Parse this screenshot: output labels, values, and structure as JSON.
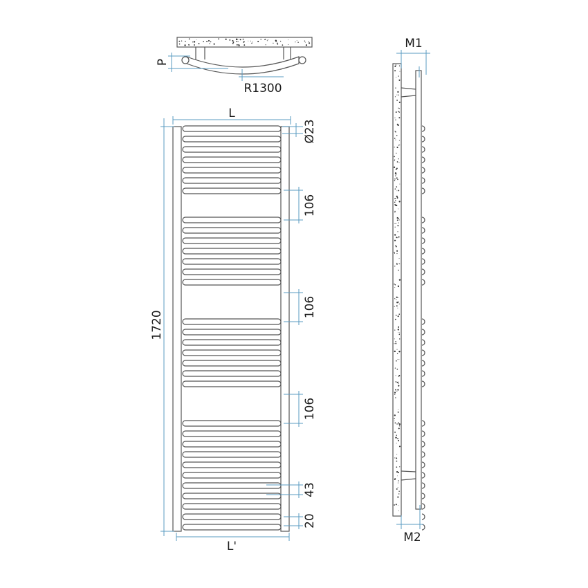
{
  "title": "",
  "dimensions": {
    "depth": "P",
    "radius": "R1300",
    "width": "L",
    "width_centers": "L'",
    "height": "1720",
    "tube_diameter": "Ø23",
    "gap_1": "106",
    "gap_2": "106",
    "gap_3": "106",
    "bar_pitch": "43",
    "bottom_offset": "20",
    "wall_distance_top": "M1",
    "wall_distance_bottom": "M2"
  },
  "colors": {
    "dimension_line": "#5a9bc2",
    "outline": "#555555"
  }
}
